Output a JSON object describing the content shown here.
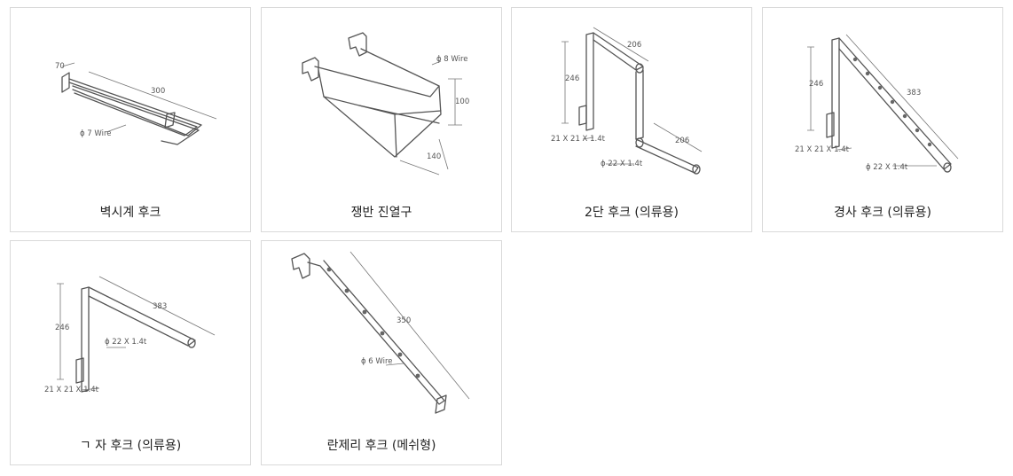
{
  "products": [
    {
      "name": "벽시계 후크",
      "dims": {
        "a": "70",
        "b": "300",
        "c": "ϕ 7 Wire"
      }
    },
    {
      "name": "쟁반 진열구",
      "dims": {
        "a": "ϕ 8 Wire",
        "b": "100",
        "c": "140"
      }
    },
    {
      "name": "2단 후크 (의류용)",
      "dims": {
        "a": "206",
        "b": "246",
        "c": "21 X 21 X 1.4t",
        "d": "206",
        "e": "ϕ 22 X 1.4t"
      }
    },
    {
      "name": "경사 후크 (의류용)",
      "dims": {
        "a": "246",
        "b": "383",
        "c": "21 X 21 X 1.4t",
        "d": "ϕ 22 X 1.4t"
      }
    },
    {
      "name": "ㄱ 자 후크 (의류용)",
      "dims": {
        "a": "383",
        "b": "246",
        "c": "ϕ 22 X 1.4t",
        "d": "21 X 21 X 1.4t"
      }
    },
    {
      "name": "란제리 후크 (메쉬형)",
      "dims": {
        "a": "350",
        "b": "ϕ 6 Wire"
      }
    }
  ]
}
